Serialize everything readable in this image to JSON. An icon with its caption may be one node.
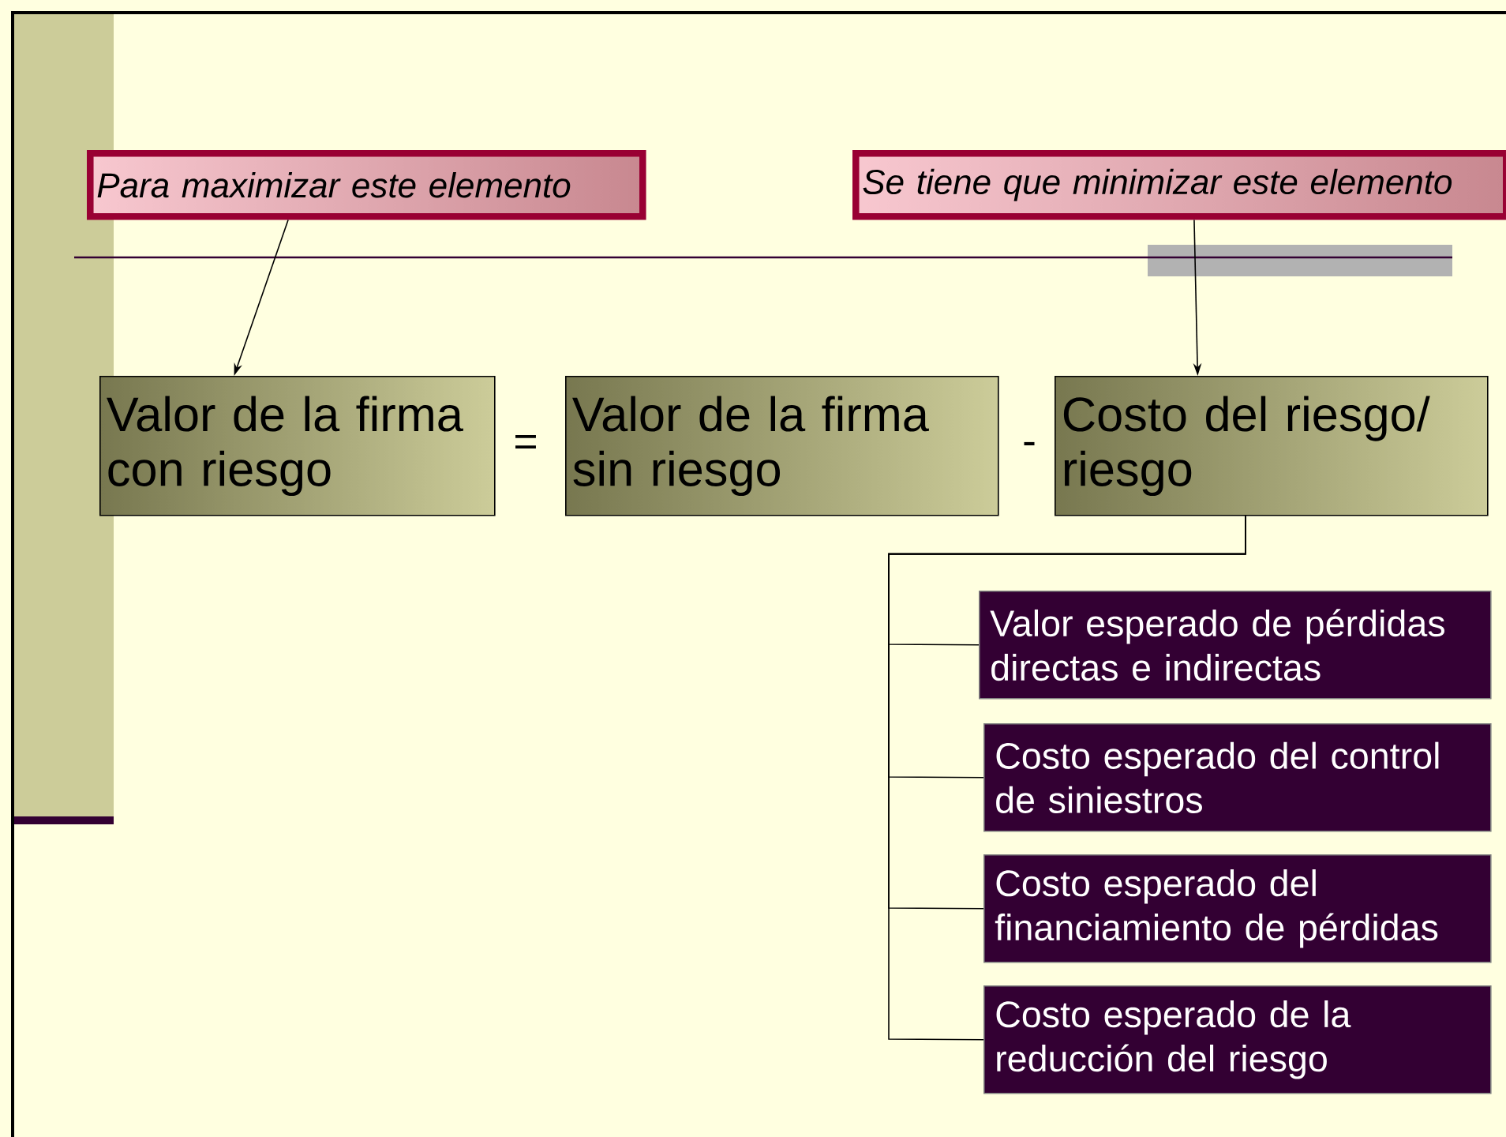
{
  "diagram": {
    "nodes": [
      {
        "text": [
          "Para maximizar este elemento"
        ]
      },
      {
        "text": [
          "Se tiene que minimizar este elemento"
        ]
      },
      {
        "text": [
          "Valor de la firma con riesgo"
        ]
      },
      {
        "text": [
          "Valor de la firma sin riesgo"
        ]
      },
      {
        "text": [
          "Costo del riesgo/ riesgo"
        ]
      },
      {
        "text": [
          "Valor esperado de pérdidas directas e indirectas"
        ]
      },
      {
        "text": [
          "Costo esperado del control de siniestros"
        ]
      },
      {
        "text": [
          "Costo esperado del financiamiento de pérdidas"
        ]
      },
      {
        "text": [
          "Costo esperado de la reducción del riesgo"
        ]
      }
    ],
    "edges": [
      {
        "from": 0,
        "to": 2,
        "arrow": "to"
      },
      {
        "from": 1,
        "to": 4,
        "arrow": "to"
      },
      {
        "from": 4,
        "to": 5,
        "arrow": "none"
      },
      {
        "from": 4,
        "to": 6,
        "arrow": "none"
      },
      {
        "from": 4,
        "to": 7,
        "arrow": "none"
      },
      {
        "from": 4,
        "to": 8,
        "arrow": "none"
      }
    ],
    "labels": [
      "=",
      "-"
    ]
  }
}
